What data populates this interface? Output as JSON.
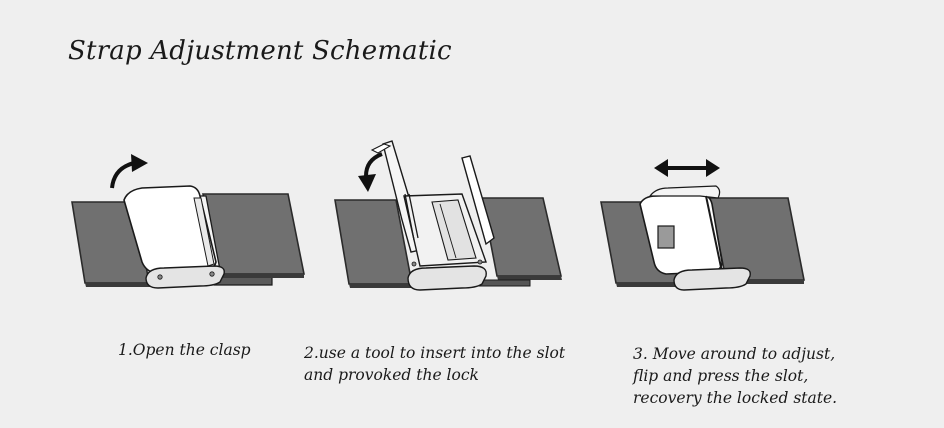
{
  "title": "Strap Adjustment Schematic",
  "steps": [
    {
      "id": "step-1",
      "lines": [
        "1.Open the clasp"
      ],
      "arrow": "curved-arrow-up-right"
    },
    {
      "id": "step-2",
      "lines": [
        "2.use a tool to insert into the slot",
        "and provoked the lock"
      ],
      "arrow": "curved-arrow-down-left"
    },
    {
      "id": "step-3",
      "lines": [
        "3. Move around to adjust,",
        "flip and press the slot,",
        "recovery the locked state."
      ],
      "arrow": "double-headed-arrow"
    }
  ],
  "colors": {
    "background": "#efefef",
    "strap": "#707070",
    "strap_edge": "#2b2b2b",
    "clasp": "#ffffff",
    "outline": "#1a1a1a"
  }
}
